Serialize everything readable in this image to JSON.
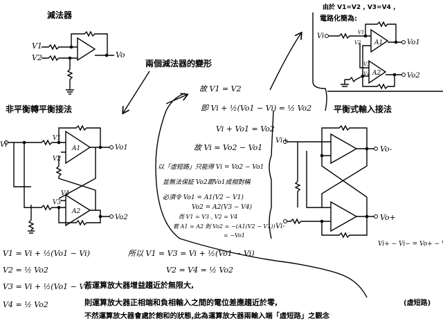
{
  "titles": {
    "subtractor": "減法器",
    "variants": "兩個減法器的變形",
    "unbalanced_to_balanced": "非平衡轉平衡接法",
    "balanced_input": "平衡式輸入接法"
  },
  "subtractor": {
    "v1": "V1",
    "v2": "V2",
    "vo": "Vo"
  },
  "left_circuit": {
    "vi": "Vi",
    "a1": "A1",
    "a2": "A2",
    "vo1": "Vo1",
    "vo2": "Vo2",
    "n1": "V1",
    "n2": "V2",
    "n3": "V3",
    "n4": "V4"
  },
  "right_circuit": {
    "vi_plus": "Vi+",
    "vi_minus": "Vi-",
    "vo_minus": "Vo-",
    "vo_plus": "Vo+",
    "relation": "Vi+ − Vi− = Vo+ − Vo−"
  },
  "simplified": {
    "note1": "由於 V1=V2 , V3=V4 ,",
    "note2": "電路化簡為:",
    "vi": "Vi",
    "v1": "V1",
    "v2": "V2",
    "v3": "V3",
    "v4": "V4",
    "a1": "A1",
    "a2": "A2",
    "vo1": "Vo1",
    "vo2": "Vo2"
  },
  "derivation": [
    "故 V1 = V2",
    "即 Vi + ½(Vo1 − Vi) = ½ Vo2",
    "Vi + Vo1 = Vo2",
    "故 Vi = Vo2 − Vo1",
    "以「虛短路」只能得 Vi = Vo2 − Vo1",
    "並無法保証 Vo2跟Vo1成相對稱",
    "必須令 Vo1 = A1(V2 − V1)",
    "Vo2 = A2(V3 − V4)",
    "而 V1 = V3 , V2 = V4",
    "若 A1 = A2 則 Vo2 = −(A1(V2 − V1))",
    "= −Vo1"
  ],
  "equations_left": [
    "V1 = Vi + ½(Vo1 − Vi)",
    "V2 = ½ Vo2",
    "V3 = Vi + ½(Vo1 − Vi)",
    "V4 = ½ Vo2"
  ],
  "equations_mid": [
    "所以 V1 = V3 = Vi + ½(Vo1 − Vi)",
    "V2 = V4 = ½ Vo2"
  ],
  "paragraph": [
    "若運算放大器增益趨近於無限大,",
    "則運算放大器正相端和負相輸入之間的電位差應趨近於零,",
    "不然運算放大器會處於飽和的狀態,此為運算放大器兩輸入端「虛短路」之觀念"
  ],
  "virtual_short": "(虛短路)"
}
